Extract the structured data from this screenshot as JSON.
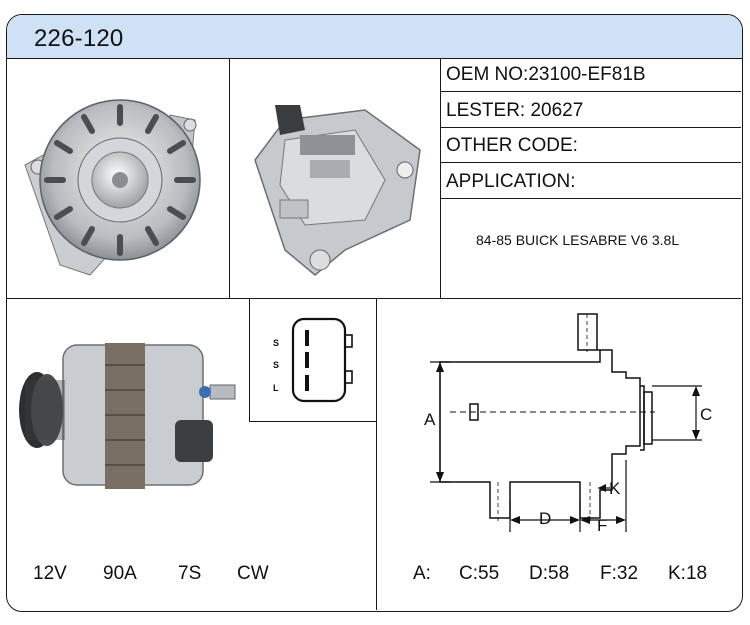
{
  "sheet": {
    "part_number": "226-120"
  },
  "info": {
    "oem_label": "OEM NO:",
    "oem_value": "23100-EF81B",
    "lester_label": "LESTER:",
    "lester_value": "20627",
    "other_code_label": "OTHER CODE:",
    "other_code_value": "",
    "application_label": "APPLICATION:",
    "application_value": "84-85 BUICK LESABRE V6 3.8L"
  },
  "connector": {
    "pins": [
      "S",
      "S",
      "L"
    ]
  },
  "electrical": {
    "voltage": "12V",
    "amperage": "90A",
    "pulley": "7S",
    "rotation": "CW"
  },
  "dimension_labels": {
    "a": "A",
    "c": "C",
    "d": "D",
    "f": "F",
    "k": "K"
  },
  "dimensions": {
    "a": "A:",
    "c": "C:55",
    "d": "D:58",
    "f": "F:32",
    "k": "K:18"
  },
  "colors": {
    "header": "#cfe1f5",
    "border": "#1a1a1a"
  },
  "images": {
    "front_view": "alternator-front-photo",
    "rear_view": "alternator-rear-photo",
    "side_view": "alternator-side-photo"
  }
}
